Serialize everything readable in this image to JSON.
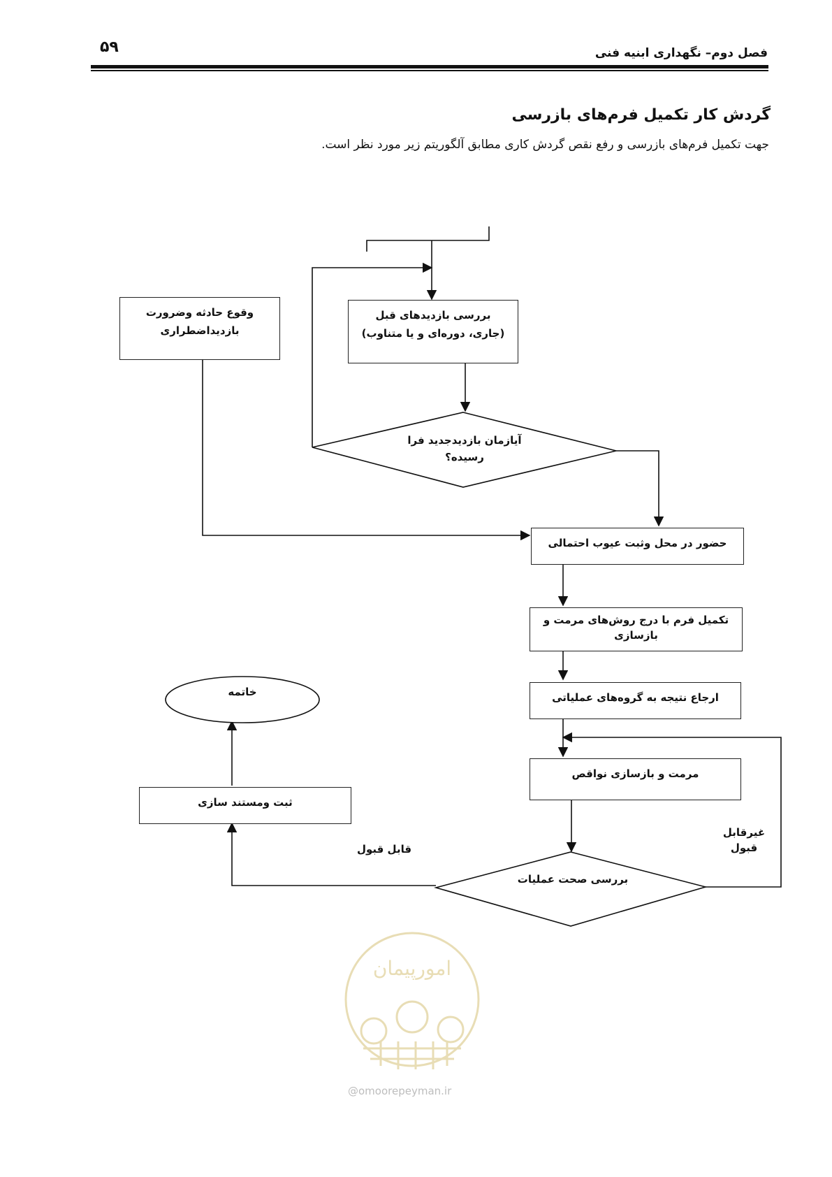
{
  "header": {
    "page_number": "۵۹",
    "chapter_title": "فصل دوم– نگهداری ابنیه فنی"
  },
  "section": {
    "heading": "گردش کار تکمیل فرم‌های بازرسی",
    "intro": "جهت تکمیل فرم‌های بازرسی و رفع نقص گردش کاری مطابق آلگوریتم زیر مورد نظر است."
  },
  "flowchart": {
    "emergency_line1": "وقوع حادثه وضرورت",
    "emergency_line2": "بازدیداضطراری",
    "review_prev_line1": "بررسی بازدیدهای قبل",
    "review_prev_line2": "(جاری، دوره‌ای و یا متناوب)",
    "decision_due_line1": "آیازمان بازدیدجدید فرا",
    "decision_due_line2": "رسیده؟",
    "site_visit": "حضور در محل وثبت عیوب احتمالی",
    "complete_form_line1": "تکمیل فرم با درج روش‌های مرمت و",
    "complete_form_line2": "بازسازی",
    "refer_ops": "ارجاع نتیجه به گروه‌های عملیاتی",
    "repair": "مرمت و بازسازی نواقص",
    "check_ops": "بررسی صحت عملیات",
    "record": "ثبت ومستند سازی",
    "end": "خاتمه",
    "label_acceptable": "قابل قبول",
    "label_unacceptable_line1": "غیرقابل",
    "label_unacceptable_line2": "قبول"
  },
  "watermark": {
    "logo_text": "امورپیمان",
    "url": "@omoorepeyman.ir"
  }
}
